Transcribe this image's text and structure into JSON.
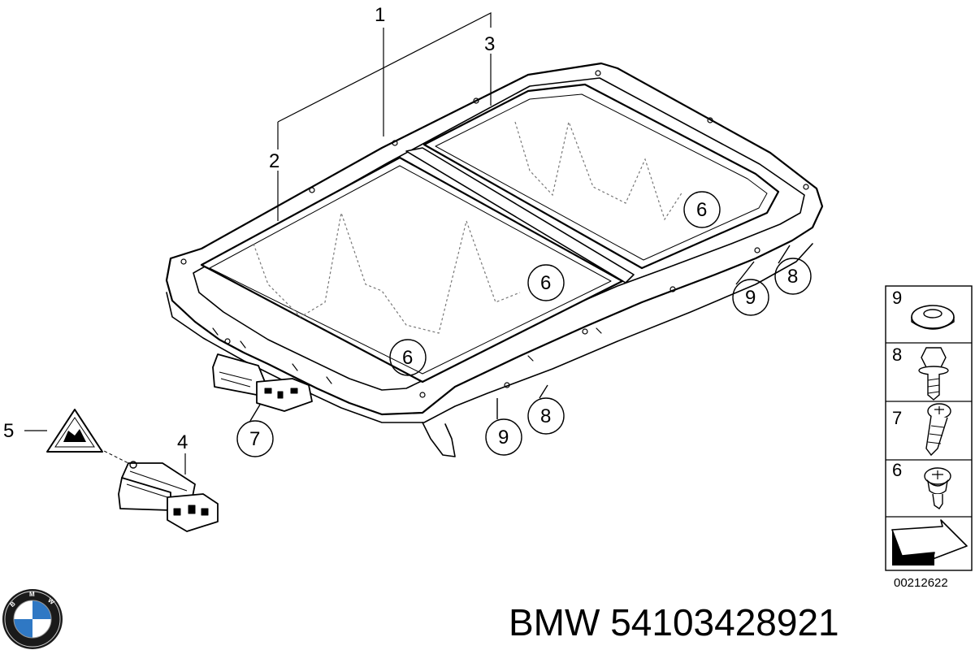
{
  "callouts": {
    "c1": "1",
    "c2": "2",
    "c3": "3",
    "c4": "4",
    "c5": "5"
  },
  "bubbles": {
    "b6_rear": "6",
    "b6_mid": "6",
    "b6_front": "6",
    "b7": "7",
    "b8_right": "8",
    "b8_bottom": "8",
    "b9_right": "9",
    "b9_bottom": "9"
  },
  "legend": {
    "items": [
      {
        "number": "9",
        "icon": "washer-icon"
      },
      {
        "number": "8",
        "icon": "hex-bolt-icon"
      },
      {
        "number": "7",
        "icon": "torx-screw-icon"
      },
      {
        "number": "6",
        "icon": "short-torx-screw-icon"
      }
    ],
    "arrow_icon": "direction-arrow-icon"
  },
  "reference_code": "00212622",
  "brand": {
    "logo_icon": "bmw-roundel-icon",
    "logo_letters": "BMW",
    "part_label": "BMW 54103428921",
    "accent_blue": "#2f78c4"
  }
}
